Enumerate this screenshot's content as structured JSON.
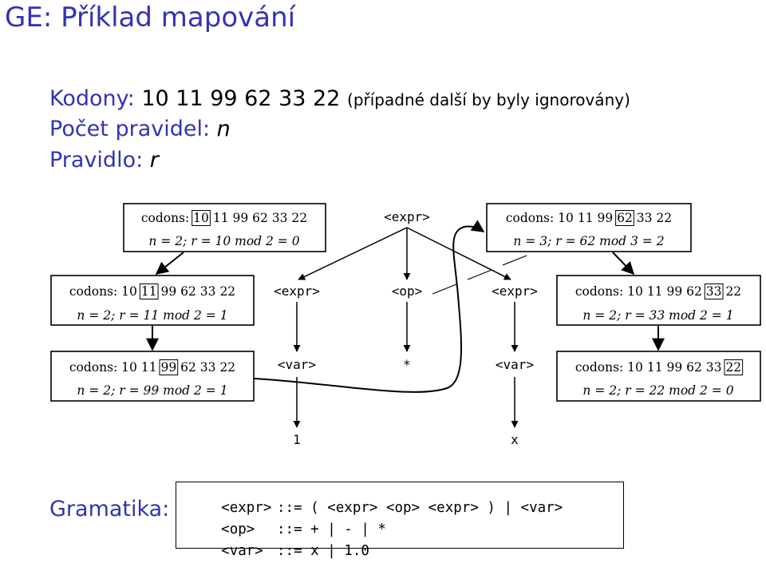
{
  "title": "GE: Příklad mapování",
  "info": {
    "codons_label": "Kodony:",
    "codons_value": "10 11 99 62 33 22",
    "codons_note": "(případné další by byly ignorovány)",
    "rules_label": "Počet pravidel:",
    "rules_symbol": "n",
    "rule_label": "Pravidlo:",
    "rule_symbol": "r"
  },
  "boxes": [
    {
      "pre": "codons: ",
      "hl": "10",
      "post": " 11 99 62 33 22",
      "eq": "n = 2; r = 10 mod 2 = 0"
    },
    {
      "pre": "codons: 10 ",
      "hl": "11",
      "post": " 99 62 33 22",
      "eq": "n = 2; r = 11 mod 2 = 1"
    },
    {
      "pre": "codons: 10 11 ",
      "hl": "99",
      "post": " 62 33 22",
      "eq": "n = 2; r = 99 mod 2 = 1"
    },
    {
      "pre": "codons: 10 11 99 ",
      "hl": "62",
      "post": " 33 22",
      "eq": "n = 3; r = 62 mod 3 = 2"
    },
    {
      "pre": "codons: 10 11 99 62 ",
      "hl": "33",
      "post": " 22",
      "eq": "n = 2; r = 33 mod 2 = 1"
    },
    {
      "pre": "codons: 10 11 99 62 33 ",
      "hl": "22",
      "post": "",
      "eq": "n = 2; r = 22 mod 2 = 0"
    }
  ],
  "tree": {
    "root": "<expr>",
    "left_expr": "<expr>",
    "op": "<op>",
    "right_expr": "<expr>",
    "left_var": "<var>",
    "op_value": "*",
    "right_var": "<var>",
    "left_terminal": "1",
    "right_terminal": "x"
  },
  "grammar": {
    "label": "Gramatika:",
    "rules": [
      {
        "lhs": "<expr>",
        "rhs": "::= ( <expr> <op> <expr> ) | <var>"
      },
      {
        "lhs": "<op>",
        "rhs": "::= + | - | *"
      },
      {
        "lhs": "<var>",
        "rhs": "::= x | 1.0"
      }
    ]
  }
}
